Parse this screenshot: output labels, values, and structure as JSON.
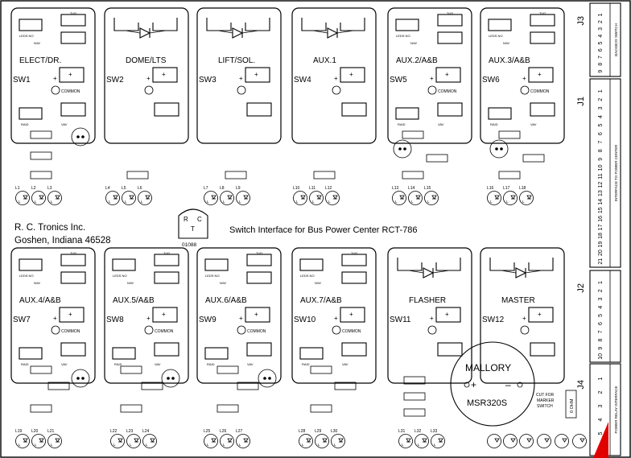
{
  "board": {
    "maker_line1": "R. C. Tronics Inc.",
    "maker_line2": "Goshen, Indiana 46528",
    "title": "Switch Interface for Bus Power Center RCT-786",
    "logo_letters": [
      "R",
      "C",
      "T"
    ],
    "logo_number": "01088",
    "common_label": "COMMON",
    "rating_label": "0 OHM",
    "cut_note": [
      "CUT FOR",
      "MARKER",
      "SWITCH"
    ]
  },
  "connectors": {
    "J3": {
      "name": "J3",
      "pins": [
        "1",
        "2",
        "3",
        "4",
        "5",
        "6",
        "7",
        "8",
        "9"
      ],
      "caption": "BACKBOX SWITCH"
    },
    "J1": {
      "name": "J1",
      "pins": [
        "1",
        "2",
        "3",
        "4",
        "5",
        "6",
        "7",
        "8",
        "9",
        "10",
        "11",
        "12",
        "13",
        "14",
        "15",
        "16",
        "17",
        "18",
        "19",
        "20",
        "21"
      ],
      "caption": "INTERFACE TO POWER CENTER"
    },
    "J2": {
      "name": "J2",
      "pins": [
        "1",
        "2",
        "3",
        "4",
        "5",
        "6",
        "7",
        "8",
        "9",
        "10"
      ],
      "caption": ""
    },
    "J4": {
      "name": "J4",
      "pins": [
        "1",
        "2",
        "3",
        "4",
        "5",
        "6"
      ],
      "caption": "POWER RELAY INTERFACE"
    }
  },
  "switch_bays": [
    {
      "label": "ELECT/DR.",
      "sw": "SW1"
    },
    {
      "label": "DOME/LTS",
      "sw": "SW2"
    },
    {
      "label": "LIFT/SOL.",
      "sw": "SW3"
    },
    {
      "label": "AUX.1",
      "sw": "SW4"
    },
    {
      "label": "AUX.2/A&B",
      "sw": "SW5"
    },
    {
      "label": "AUX.3/A&B",
      "sw": "SW6"
    },
    {
      "label": "AUX.4/A&B",
      "sw": "SW7"
    },
    {
      "label": "AUX.5/A&B",
      "sw": "SW8"
    },
    {
      "label": "AUX.6/A&B",
      "sw": "SW9"
    },
    {
      "label": "AUX.7/A&B",
      "sw": "SW10"
    },
    {
      "label": "FLASHER",
      "sw": "SW11"
    },
    {
      "label": "MASTER",
      "sw": "SW12"
    }
  ],
  "leds": {
    "top": [
      "L1",
      "L2",
      "L3",
      "L4",
      "L5",
      "L6",
      "L7",
      "L8",
      "L9",
      "L10",
      "L11",
      "L12",
      "L13",
      "L14",
      "L15",
      "L16",
      "L17",
      "L18"
    ],
    "bottom": [
      "L19",
      "L20",
      "L21",
      "L22",
      "L23",
      "L24",
      "L25",
      "L26",
      "L27",
      "L28",
      "L29",
      "L30",
      "L31",
      "L32",
      "L33"
    ]
  },
  "breaker": {
    "brand": "MALLORY",
    "model": "MSR320S",
    "plus": "+",
    "minus": "–"
  }
}
